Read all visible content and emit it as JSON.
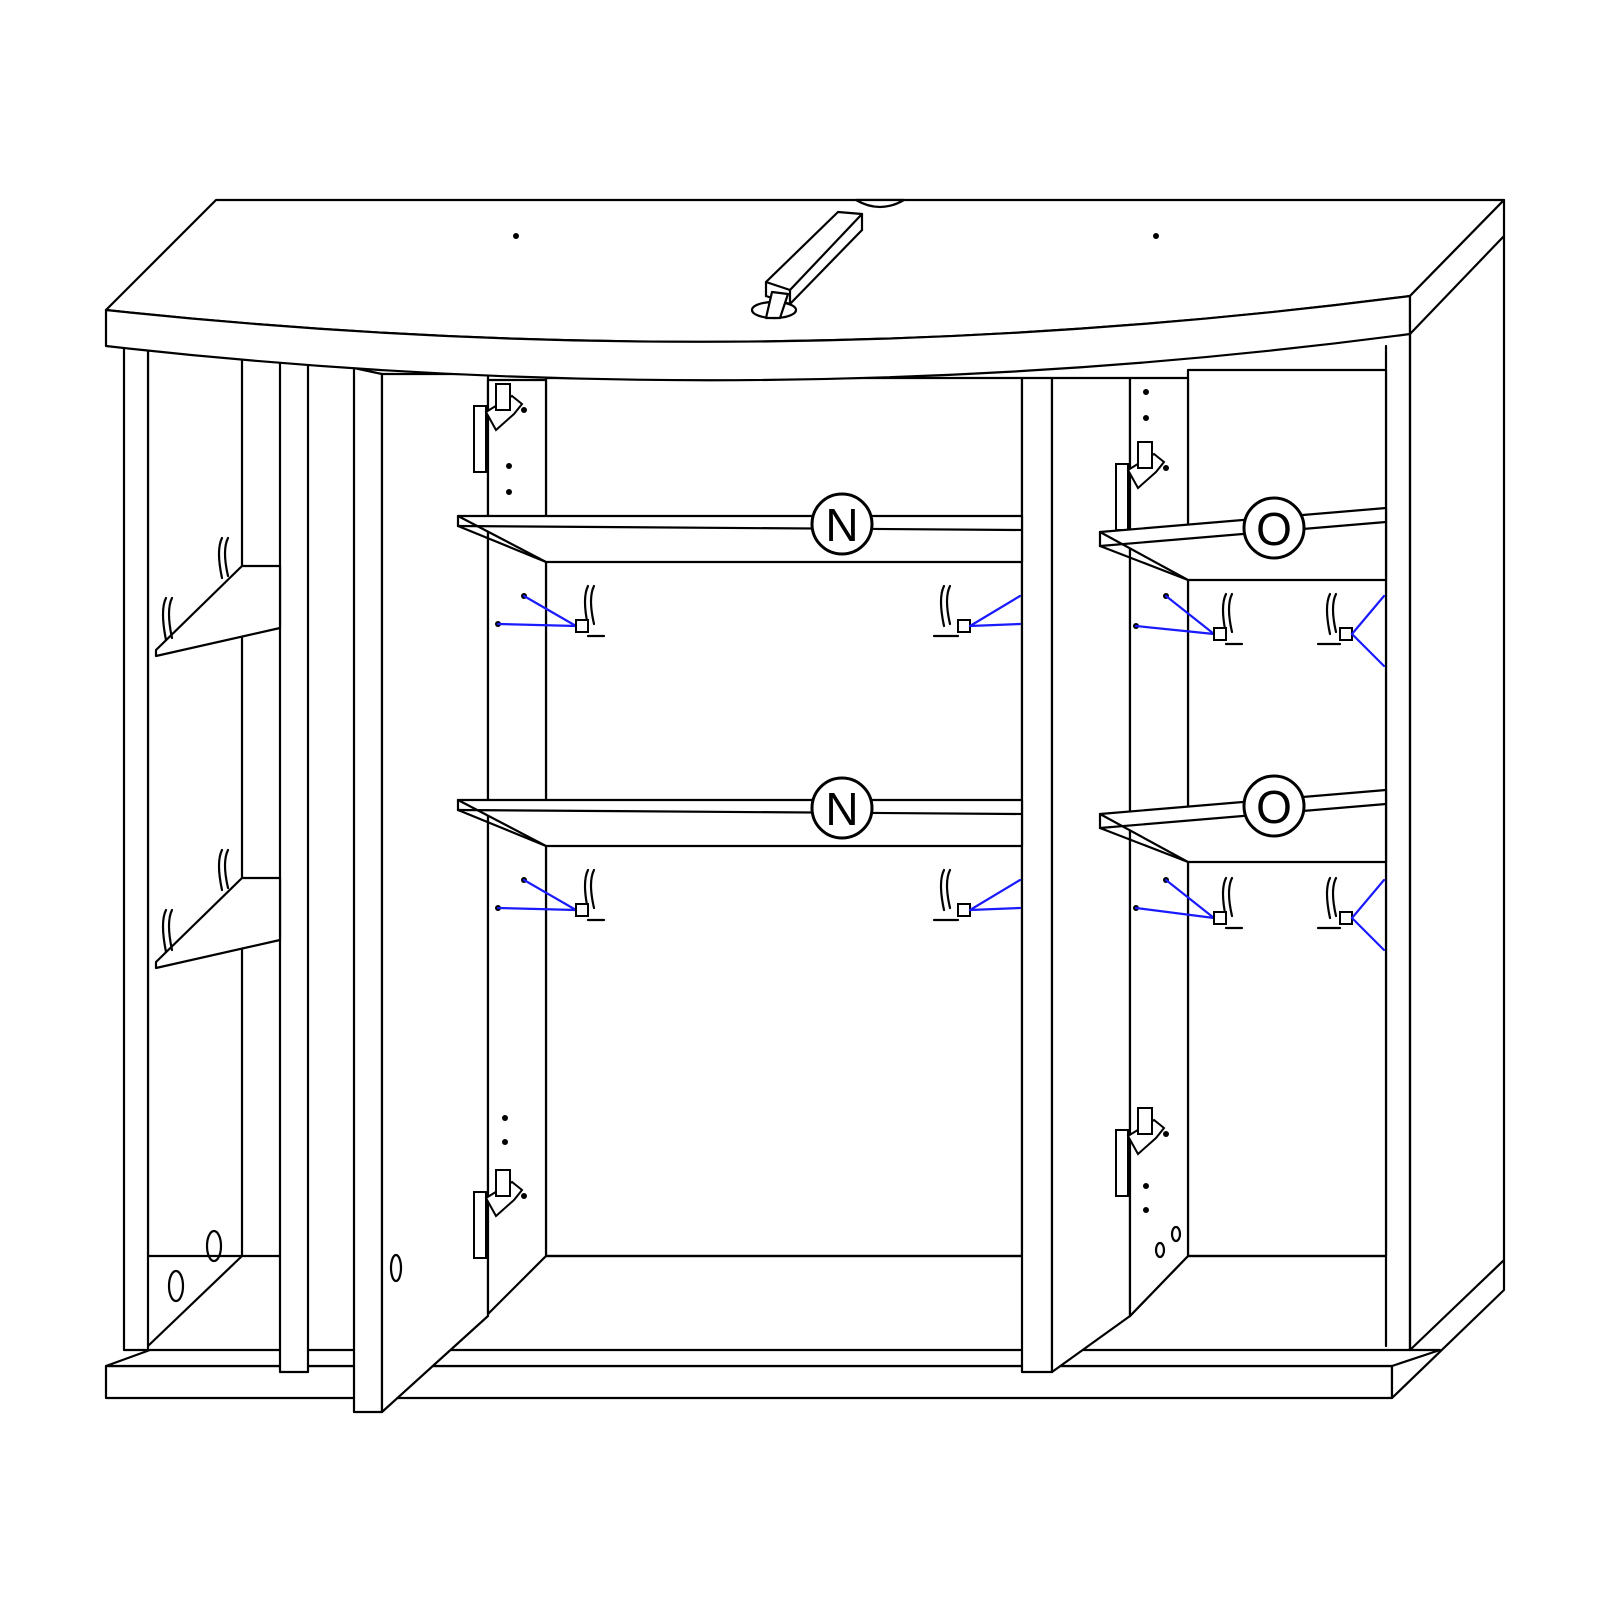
{
  "diagram": {
    "callouts": {
      "shelf_middle_top": "N",
      "shelf_middle_bottom": "N",
      "shelf_right_top": "O",
      "shelf_right_bottom": "O"
    },
    "colors": {
      "outline": "#000000",
      "connector": "#1a1aff",
      "background": "#ffffff"
    }
  }
}
